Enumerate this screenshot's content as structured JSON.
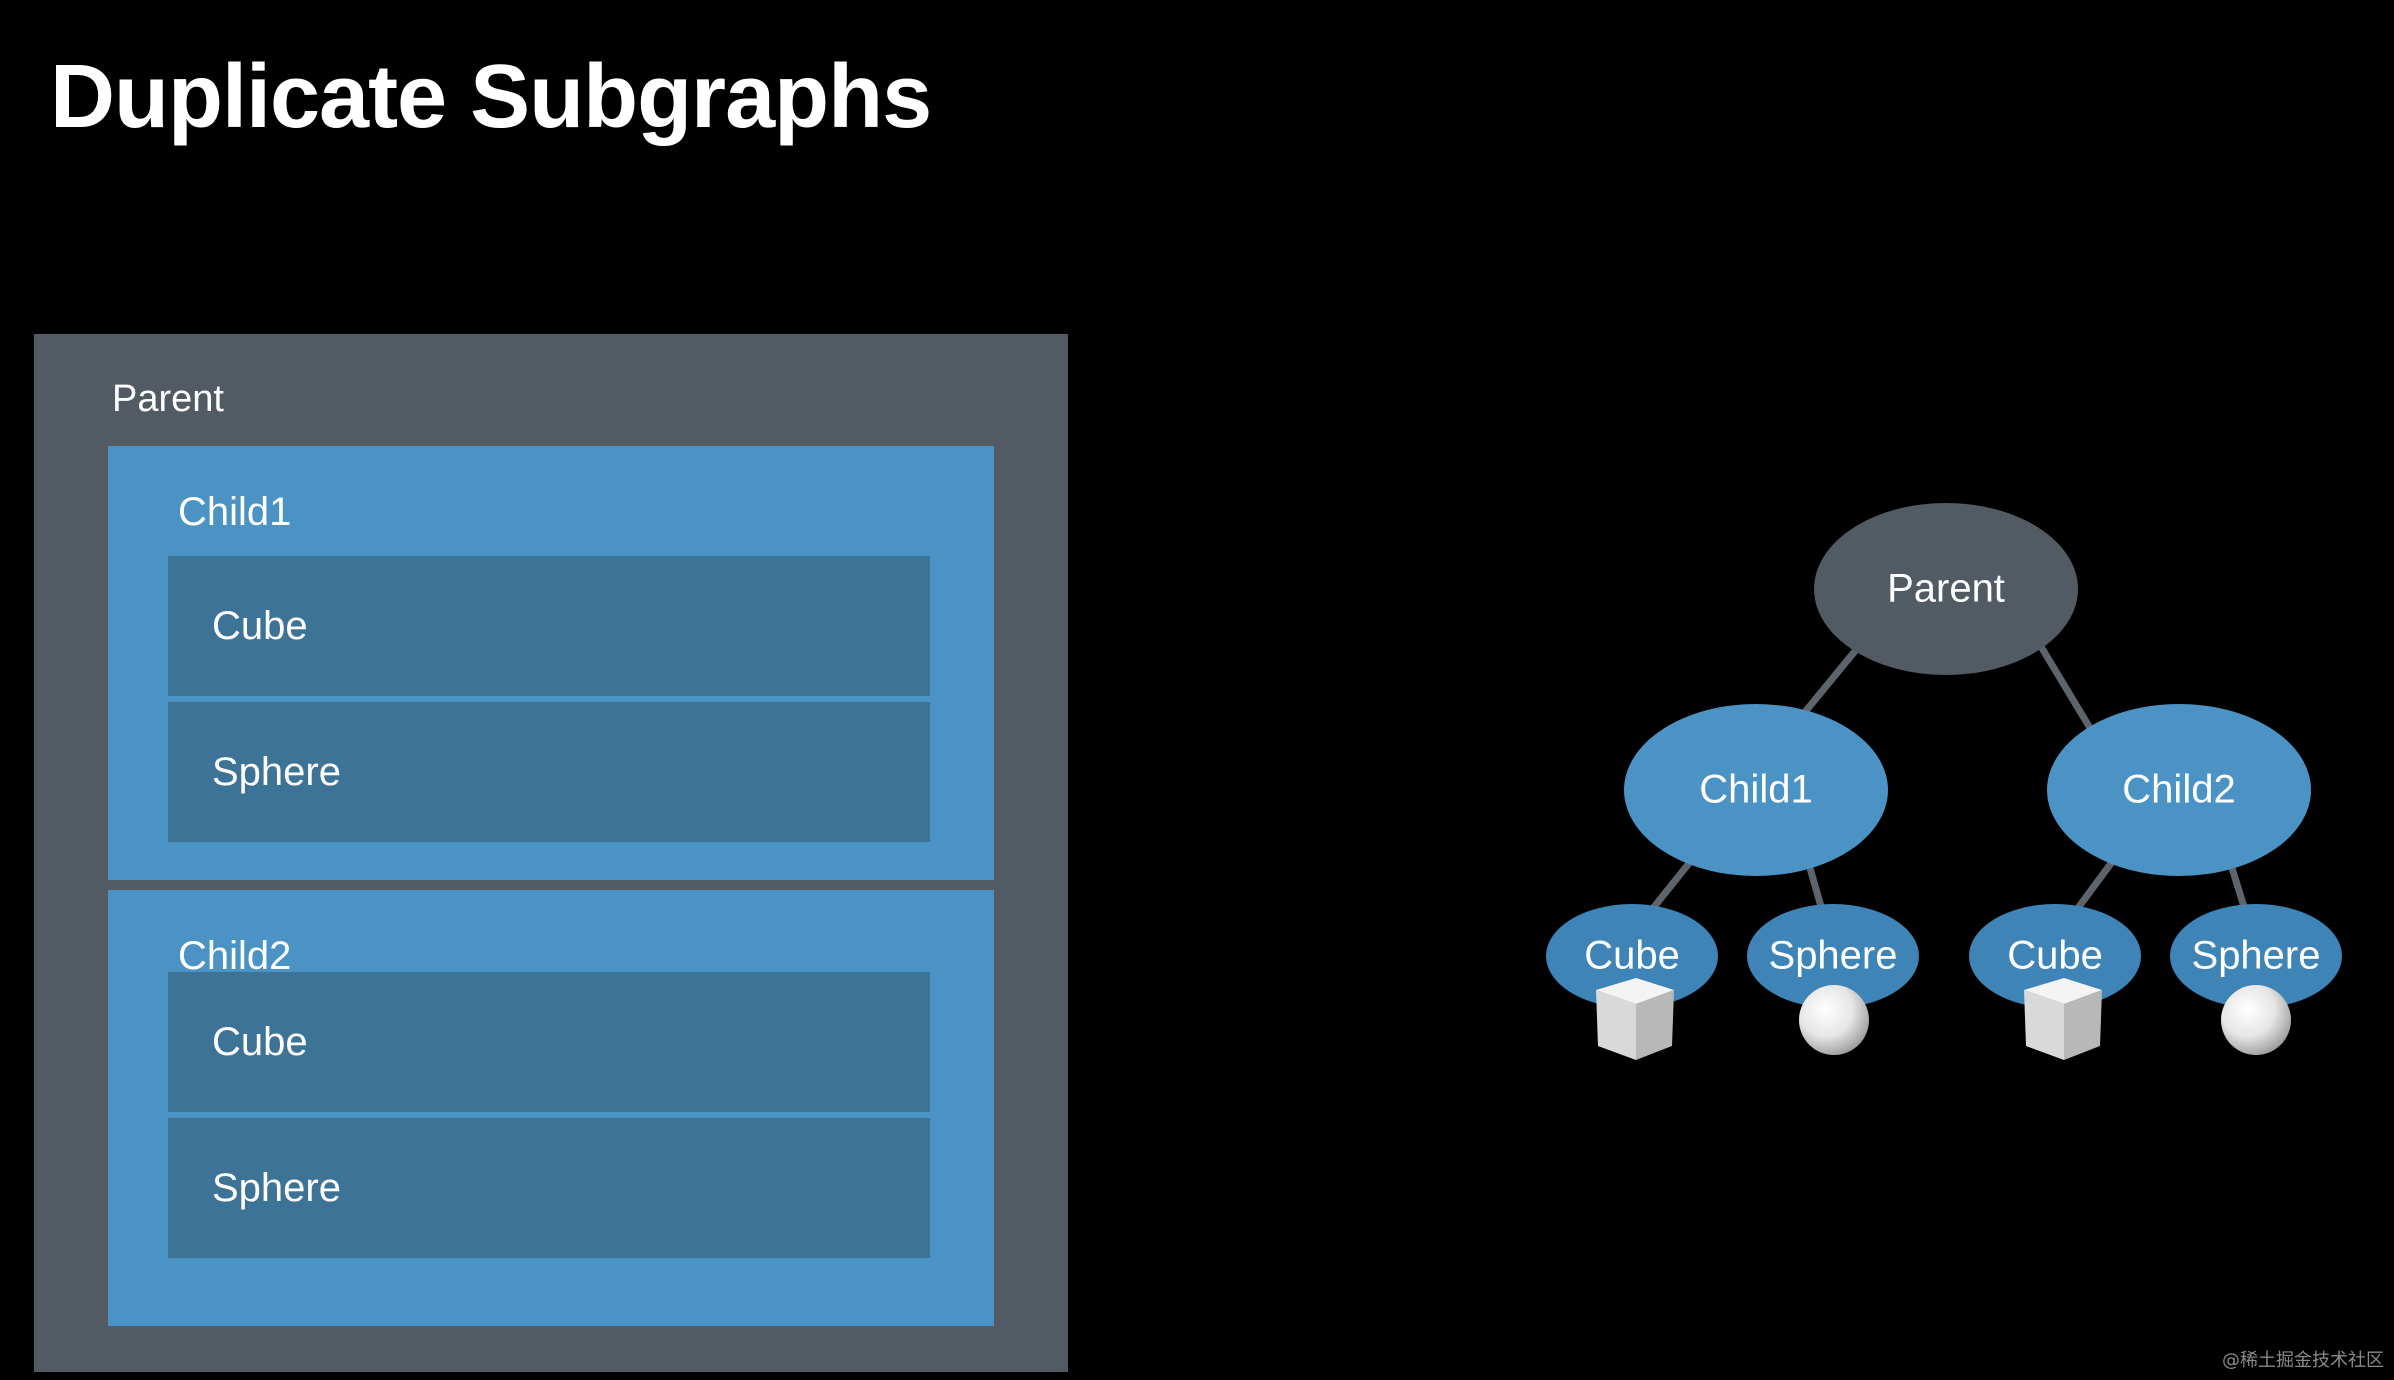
{
  "title": "Duplicate Subgraphs",
  "box_diagram": {
    "parent_label": "Parent",
    "children": [
      {
        "label": "Child1",
        "leaves": [
          "Cube",
          "Sphere"
        ]
      },
      {
        "label": "Child2",
        "leaves": [
          "Cube",
          "Sphere"
        ]
      }
    ]
  },
  "tree_diagram": {
    "root": "Parent",
    "child1": "Child1",
    "child2": "Child2",
    "child1_cube": "Cube",
    "child1_sphere": "Sphere",
    "child2_cube": "Cube",
    "child2_sphere": "Sphere"
  },
  "colors": {
    "background": "#000000",
    "parent_gray": "#525a63",
    "child_blue": "#4b93c4",
    "leaf_blue": "#3e7398",
    "node_blue": "#4b93c4",
    "root_gray": "#525a63",
    "edge_gray": "#5d646b"
  },
  "watermark": "@稀土掘金技术社区"
}
